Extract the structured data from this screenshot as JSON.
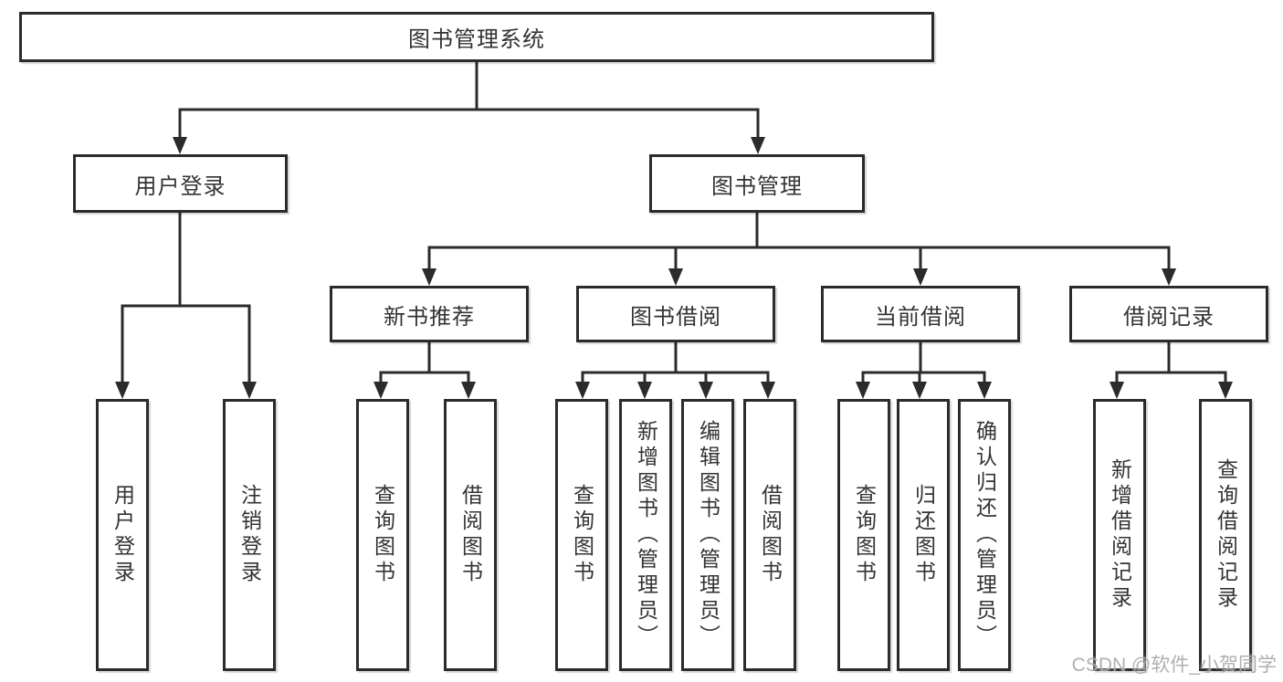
{
  "root": {
    "label": "图书管理系统"
  },
  "level2": {
    "user_login": {
      "label": "用户登录"
    },
    "book_mgmt": {
      "label": "图书管理"
    }
  },
  "level3": {
    "new_book_rec": {
      "label": "新书推荐"
    },
    "book_borrow": {
      "label": "图书借阅"
    },
    "current_borrow": {
      "label": "当前借阅"
    },
    "borrow_records": {
      "label": "借阅记录"
    }
  },
  "leaves": {
    "user_login_leaf": {
      "label": "用户登录"
    },
    "logout": {
      "label": "注销登录"
    },
    "rec_query_book": {
      "label": "查询图书"
    },
    "rec_borrow_book": {
      "label": "借阅图书"
    },
    "bb_query_book": {
      "label": "查询图书"
    },
    "bb_add_book": {
      "label": "新增图书（管理员）"
    },
    "bb_edit_book": {
      "label": "编辑图书（管理员）"
    },
    "bb_borrow_book": {
      "label": "借阅图书"
    },
    "cb_query_book": {
      "label": "查询图书"
    },
    "cb_return_book": {
      "label": "归还图书"
    },
    "cb_confirm_return": {
      "label": "确认归还（管理员）"
    },
    "br_add_record": {
      "label": "新增借阅记录"
    },
    "br_query_record": {
      "label": "查询借阅记录"
    }
  },
  "watermark": {
    "text": "CSDN @软件_小贺同学"
  },
  "colors": {
    "line": "#2b2b2b",
    "box_border": "#2b2b2b",
    "box_fill": "#ffffff",
    "text": "#333333",
    "watermark": "#a9a9a9"
  }
}
